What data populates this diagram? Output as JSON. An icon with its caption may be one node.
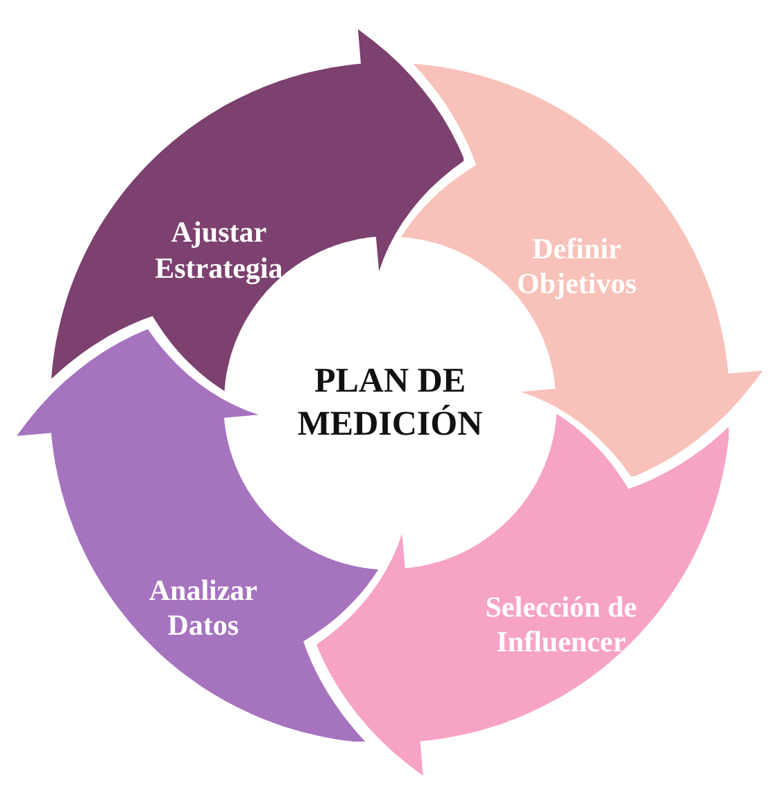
{
  "diagram": {
    "nodes": [
      {
        "text": [
          "Ajustar Estrategia"
        ]
      },
      {
        "text": [
          "Definir Objetivos"
        ]
      },
      {
        "text": [
          "Analizar Datos"
        ]
      },
      {
        "text": [
          "Selección de Influencer"
        ]
      }
    ],
    "labels": [
      "PLAN DE MEDICIÓN"
    ]
  }
}
